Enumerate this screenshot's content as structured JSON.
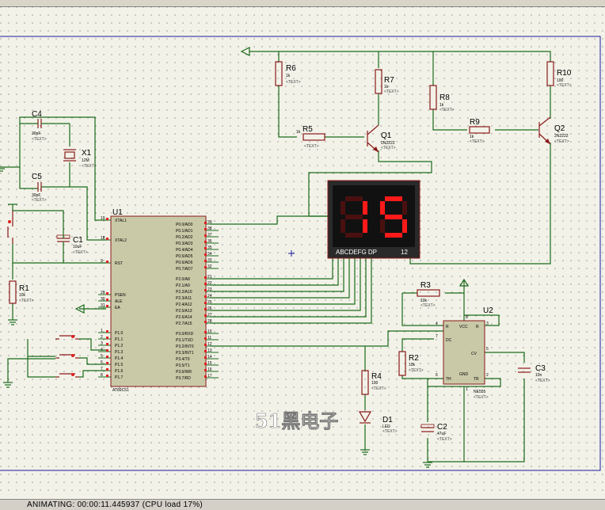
{
  "status": {
    "text": "ANIMATING: 00:00:11.445937 (CPU load 17%)"
  },
  "components": {
    "R1": {
      "ref": "R1",
      "value": "10k"
    },
    "R2": {
      "ref": "R2",
      "value": "10k"
    },
    "R3": {
      "ref": "R3",
      "value": "10k"
    },
    "R4": {
      "ref": "R4",
      "value": "100"
    },
    "R5": {
      "ref": "R5",
      "value": "1k"
    },
    "R6": {
      "ref": "R6",
      "value": "1k"
    },
    "R7": {
      "ref": "R7",
      "value": "1k"
    },
    "R8": {
      "ref": "R8",
      "value": "1k"
    },
    "R9": {
      "ref": "R9",
      "value": "1k"
    },
    "R10": {
      "ref": "R10",
      "value": "100"
    },
    "C1": {
      "ref": "C1",
      "value": "10uF"
    },
    "C2": {
      "ref": "C2",
      "value": "47uF"
    },
    "C3": {
      "ref": "C3",
      "value": "10n"
    },
    "C4": {
      "ref": "C4",
      "value": "30pF"
    },
    "C5": {
      "ref": "C5",
      "value": "30pF"
    },
    "X1": {
      "ref": "X1",
      "value": "12M"
    },
    "Q1": {
      "ref": "Q1",
      "value": "2N2222"
    },
    "Q2": {
      "ref": "Q2",
      "value": "2N2222"
    },
    "D1": {
      "ref": "D1",
      "value": "LED"
    },
    "U1": {
      "ref": "U1",
      "part": "AT89C51"
    },
    "U2": {
      "ref": "U2",
      "part": "NE555"
    },
    "text_placeholder": "<TEXT>"
  },
  "display": {
    "digits": "15",
    "segment_label": "ABCDEFG DP",
    "common_label": "12"
  },
  "u1_pins_left": [
    {
      "num": "19",
      "name": "XTAL1"
    },
    {
      "num": "18",
      "name": "XTAL2"
    },
    {
      "num": "9",
      "name": "RST"
    },
    {
      "num": "29",
      "name": "PSEN"
    },
    {
      "num": "30",
      "name": "ALE"
    },
    {
      "num": "31",
      "name": "EA"
    },
    {
      "num": "1",
      "name": "P1.0"
    },
    {
      "num": "2",
      "name": "P1.1"
    },
    {
      "num": "3",
      "name": "P1.2"
    },
    {
      "num": "4",
      "name": "P1.3"
    },
    {
      "num": "5",
      "name": "P1.4"
    },
    {
      "num": "6",
      "name": "P1.5"
    },
    {
      "num": "7",
      "name": "P1.6"
    },
    {
      "num": "8",
      "name": "P1.7"
    }
  ],
  "u1_pins_right": [
    {
      "num": "39",
      "name": "P0.0/AD0"
    },
    {
      "num": "38",
      "name": "P0.1/AD1"
    },
    {
      "num": "37",
      "name": "P0.2/AD2"
    },
    {
      "num": "36",
      "name": "P0.3/AD3"
    },
    {
      "num": "35",
      "name": "P0.4/AD4"
    },
    {
      "num": "34",
      "name": "P0.5/AD5"
    },
    {
      "num": "33",
      "name": "P0.6/AD6"
    },
    {
      "num": "32",
      "name": "P0.7/AD7"
    },
    {
      "num": "21",
      "name": "P2.0/A8"
    },
    {
      "num": "22",
      "name": "P2.1/A9"
    },
    {
      "num": "23",
      "name": "P2.2/A10"
    },
    {
      "num": "24",
      "name": "P2.3/A11"
    },
    {
      "num": "25",
      "name": "P2.4/A12"
    },
    {
      "num": "26",
      "name": "P2.5/A13"
    },
    {
      "num": "27",
      "name": "P2.6/A14"
    },
    {
      "num": "28",
      "name": "P2.7/A15"
    },
    {
      "num": "10",
      "name": "P3.0/RXD"
    },
    {
      "num": "11",
      "name": "P3.1/TXD"
    },
    {
      "num": "12",
      "name": "P3.2/INT0"
    },
    {
      "num": "13",
      "name": "P3.3/INT1"
    },
    {
      "num": "14",
      "name": "P3.4/T0"
    },
    {
      "num": "15",
      "name": "P3.5/T1"
    },
    {
      "num": "16",
      "name": "P3.6/WR"
    },
    {
      "num": "17",
      "name": "P3.7/RD"
    }
  ],
  "u2_pins": {
    "gnd": "GND",
    "vcc": "VCC",
    "tr": "TR",
    "q": "Q",
    "dc": "DC",
    "cv": "CV",
    "th": "TH",
    "r": "R",
    "num_r": "4",
    "num_dc": "7",
    "num_q": "3",
    "num_cv": "5",
    "num_th": "6",
    "num_tr": "2",
    "num_vcc": "8",
    "num_gnd": "1"
  },
  "watermark": "51黑电子",
  "colors": {
    "wire": "#1b6b1b",
    "component": "#8b1a1a",
    "chip_fill": "#c9c9a8",
    "display_bg": "#1a1a1a",
    "segment_on": "#ff1a1a",
    "segment_off": "#4a1010",
    "grid_border": "#1a1aa0"
  }
}
